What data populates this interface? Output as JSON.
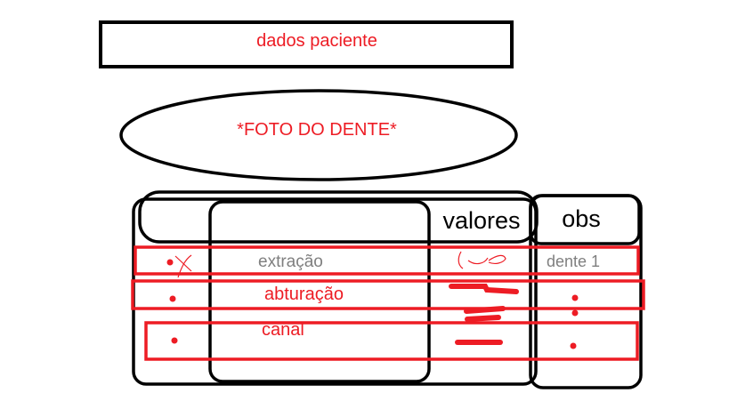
{
  "patient_box": {
    "label": "dados paciente"
  },
  "tooth_photo": {
    "label": "*FOTO DO DENTE*"
  },
  "table": {
    "headers": {
      "values": "valores",
      "notes": "obs"
    },
    "rows": [
      {
        "procedure": "extração",
        "note": "dente 1"
      },
      {
        "procedure": "abturação",
        "note": ""
      },
      {
        "procedure": "canal",
        "note": ""
      }
    ]
  },
  "colors": {
    "ink": "#000000",
    "accent": "#ed1c24",
    "muted": "#7f7f7f"
  }
}
